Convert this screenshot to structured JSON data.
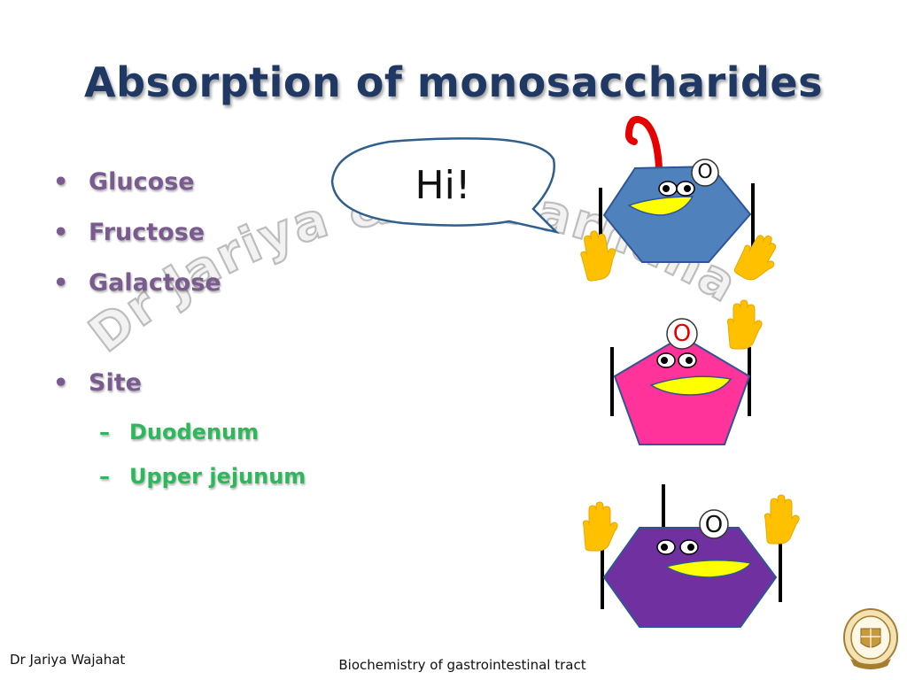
{
  "slide": {
    "title": "Absorption of monosaccharides",
    "bullets": [
      "Glucose",
      "Fructose",
      "Galactose",
      "Site"
    ],
    "sub_bullets": [
      "Duodenum",
      "Upper jejunum"
    ],
    "bullet_glyph": "•",
    "dash_glyph": "–",
    "speech": "Hi!",
    "molecule_labels": [
      "O",
      "O",
      "O"
    ],
    "watermark": "Dr Jariya & Dr Farhana",
    "footer_left": "Dr Jariya Wajahat",
    "footer_center": "Biochemistry of gastrointestinal tract"
  },
  "colors": {
    "title": "#1f3864",
    "bullet": "#7a5b8f",
    "sub_bullet": "#2eb85c",
    "hexagon_blue": "#4f81bd",
    "pentagon_pink": "#ff3399",
    "hexagon_purple": "#7030a0",
    "hand": "#ffc000",
    "mouth": "#ffff00",
    "hook": "#e60000"
  }
}
